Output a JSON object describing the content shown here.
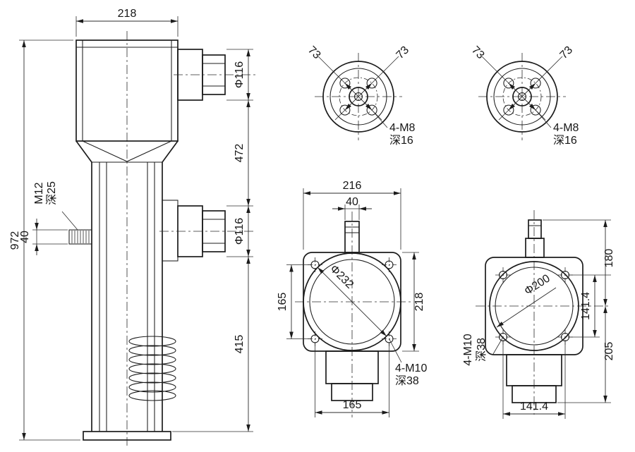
{
  "side_view": {
    "dim_top_width": "218",
    "dim_total_height": "972",
    "dim_top_port_dia": "Φ116",
    "dim_upper_span": "472",
    "dim_mid_port_dia": "Φ116",
    "dim_lower_span": "415",
    "stud_thread_label": "M12",
    "stud_depth_label": "深25",
    "dim_stud": "40"
  },
  "top_view_left": {
    "dim_diag_left": "73",
    "dim_diag_right": "73",
    "bolt_spec": "4-M8",
    "bolt_depth": "深16"
  },
  "top_view_right": {
    "dim_diag_left": "73",
    "dim_diag_right": "73",
    "bolt_spec": "4-M8",
    "bolt_depth": "深16"
  },
  "front_view": {
    "dim_width": "216",
    "dim_stud_width": "40",
    "dim_bolt_spacing_v": "165",
    "dim_height": "218",
    "dim_bore": "Φ232",
    "bolt_spec": "4-M10",
    "bolt_depth": "深38",
    "dim_bolt_spacing_h": "165"
  },
  "base_side_view": {
    "dim_stud_to_center": "180",
    "dim_bolt_spacing_v": "141.4",
    "dim_center_to_base": "205",
    "dim_bore": "Φ200",
    "bolt_spec": "4-M10",
    "bolt_depth": "深38",
    "dim_bolt_spacing_h": "141.4"
  },
  "colors": {
    "line": "#1c1c1c",
    "background": "#ffffff"
  }
}
